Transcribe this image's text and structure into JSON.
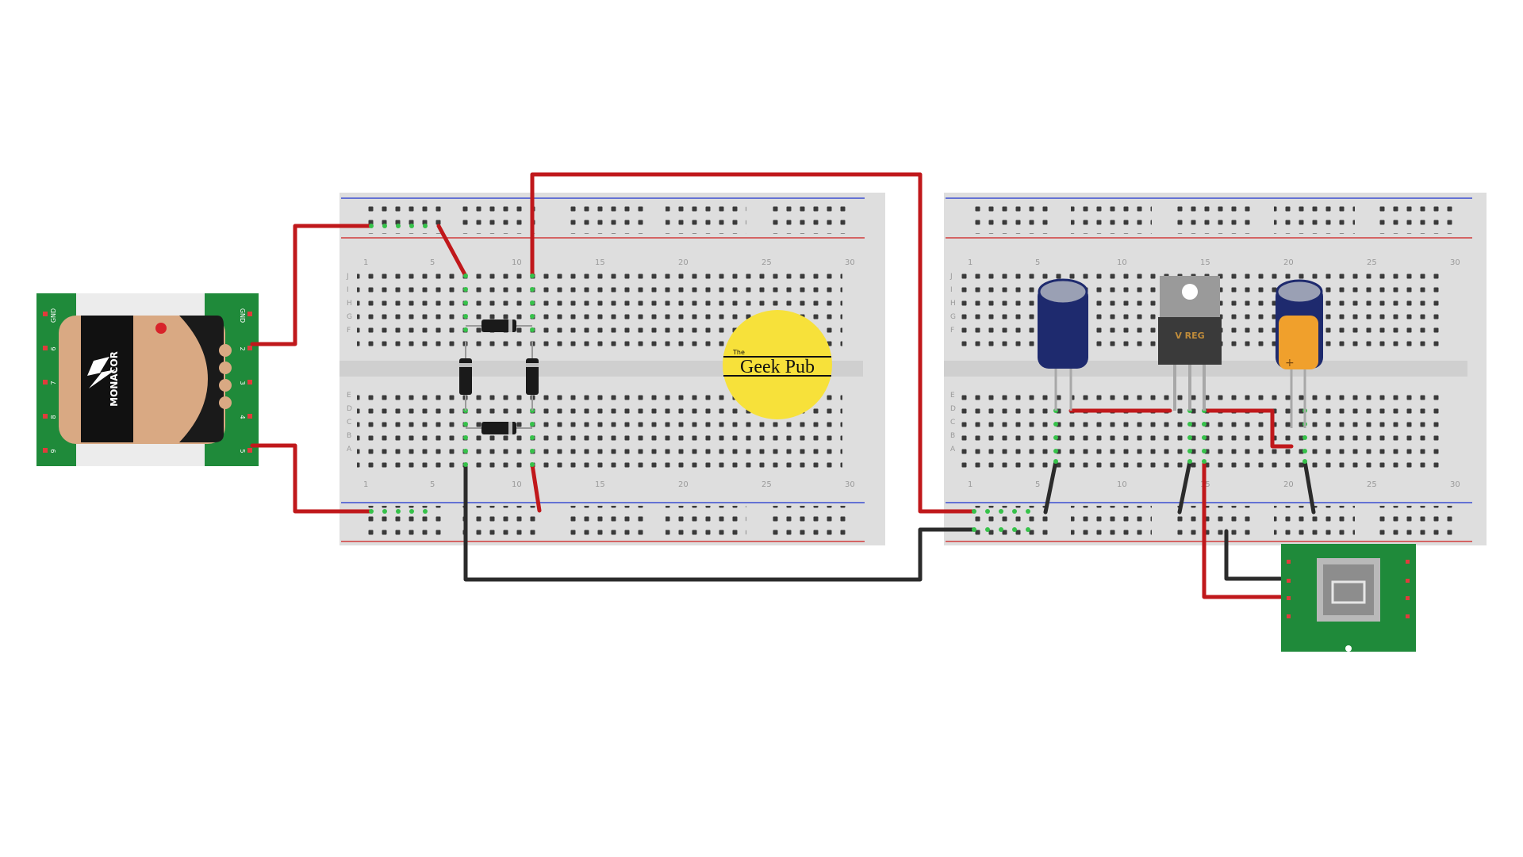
{
  "diagram": {
    "logo": {
      "small": "The",
      "big": "Geek Pub"
    },
    "transformer": {
      "brand": "MONACOR",
      "pin_labels": [
        "GND",
        "GND",
        "2",
        "3",
        "4",
        "5",
        "6",
        "7",
        "8",
        "9"
      ]
    },
    "breadboards": [
      {
        "column_numbers": [
          "1",
          "5",
          "10",
          "15",
          "20",
          "25",
          "30"
        ],
        "row_letters_top": [
          "J",
          "I",
          "H",
          "G",
          "F"
        ],
        "row_letters_bottom": [
          "E",
          "D",
          "C",
          "B",
          "A"
        ]
      },
      {
        "column_numbers": [
          "1",
          "5",
          "10",
          "15",
          "20",
          "25",
          "30"
        ],
        "row_letters_top": [
          "J",
          "I",
          "H",
          "G",
          "F"
        ],
        "row_letters_bottom": [
          "E",
          "D",
          "C",
          "B",
          "A"
        ]
      }
    ],
    "regulator": {
      "label": "V REG"
    },
    "cap_polarity": "+",
    "colors": {
      "wire_red": "#c0181b",
      "wire_black": "#2b2b2b",
      "pcb_green": "#1f8a3a",
      "logo_yellow": "#f7e13a",
      "breadboard": "#dedede",
      "cap_blue": "#1e2a6e",
      "tantalum_orange": "#f0a02c"
    }
  }
}
